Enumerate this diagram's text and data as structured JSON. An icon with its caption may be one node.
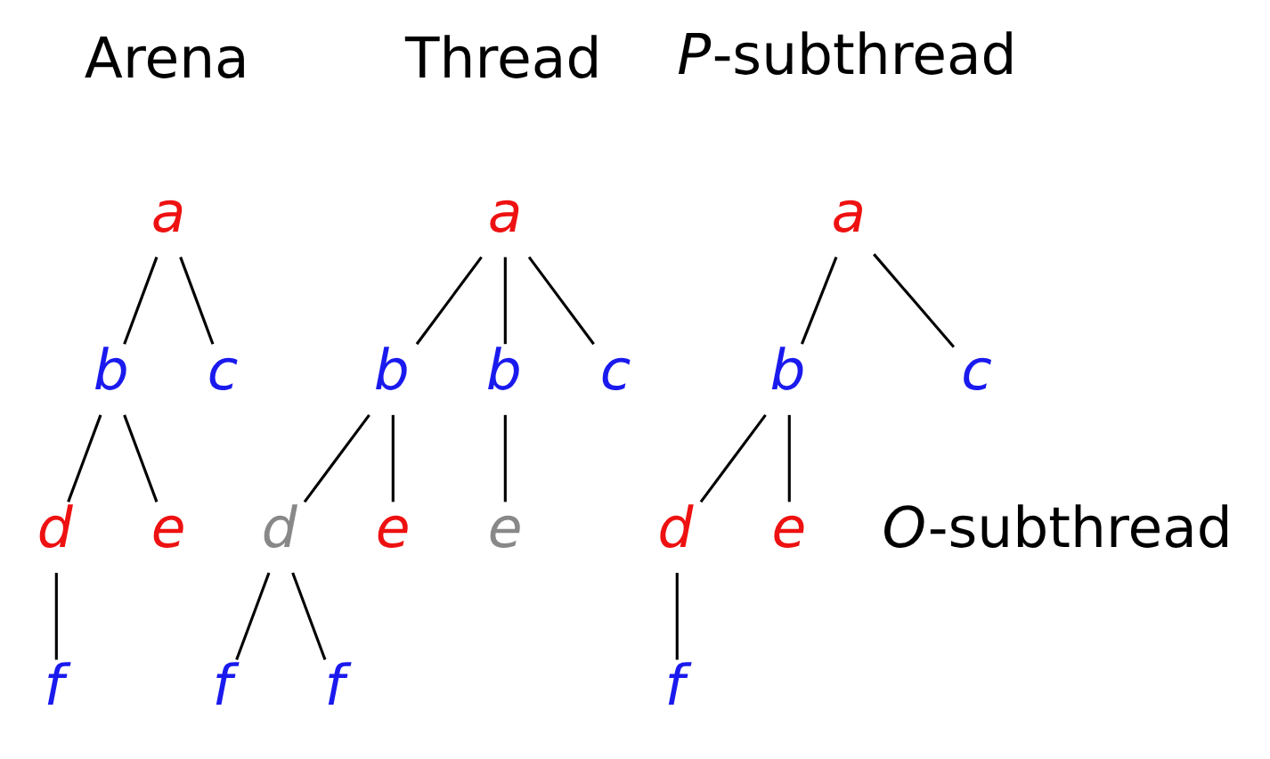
{
  "diagram": {
    "nodes": [
      {
        "text": [
          "a"
        ]
      },
      {
        "text": [
          "b"
        ]
      },
      {
        "text": [
          "c"
        ]
      },
      {
        "text": [
          "d"
        ]
      },
      {
        "text": [
          "e"
        ]
      },
      {
        "text": [
          "f"
        ]
      },
      {
        "text": [
          "a"
        ]
      },
      {
        "text": [
          "b"
        ]
      },
      {
        "text": [
          "d"
        ]
      },
      {
        "text": [
          "e"
        ]
      },
      {
        "text": [
          "f"
        ]
      },
      {
        "text": [
          "b"
        ]
      },
      {
        "text": [
          "e"
        ]
      },
      {
        "text": [
          "f"
        ]
      },
      {
        "text": [
          "c"
        ]
      },
      {
        "text": [
          "a"
        ]
      },
      {
        "text": [
          "b"
        ]
      },
      {
        "text": [
          "d"
        ]
      },
      {
        "text": [
          "e"
        ]
      },
      {
        "text": [
          "f"
        ]
      },
      {
        "text": [
          "c"
        ]
      }
    ],
    "edges": [
      {
        "from": 0,
        "to": 1,
        "arrow": "none"
      },
      {
        "from": 0,
        "to": 2,
        "arrow": "none"
      },
      {
        "from": 1,
        "to": 3,
        "arrow": "none"
      },
      {
        "from": 1,
        "to": 4,
        "arrow": "none"
      },
      {
        "from": 3,
        "to": 5,
        "arrow": "none"
      },
      {
        "from": 6,
        "to": 7,
        "arrow": "none"
      },
      {
        "from": 7,
        "to": 8,
        "arrow": "none"
      },
      {
        "from": 7,
        "to": 9,
        "arrow": "none"
      },
      {
        "from": 8,
        "to": 10,
        "arrow": "none"
      },
      {
        "from": 8,
        "to": 13,
        "arrow": "none"
      },
      {
        "from": 6,
        "to": 11,
        "arrow": "none"
      },
      {
        "from": 11,
        "to": 12,
        "arrow": "none"
      },
      {
        "from": 6,
        "to": 14,
        "arrow": "none"
      },
      {
        "from": 15,
        "to": 16,
        "arrow": "none"
      },
      {
        "from": 16,
        "to": 17,
        "arrow": "none"
      },
      {
        "from": 16,
        "to": 18,
        "arrow": "none"
      },
      {
        "from": 17,
        "to": 19,
        "arrow": "none"
      },
      {
        "from": 15,
        "to": 20,
        "arrow": "none"
      }
    ],
    "labels": [
      "Arena",
      "Thread",
      "*P*-subthread",
      "*O*-subthread"
    ]
  }
}
